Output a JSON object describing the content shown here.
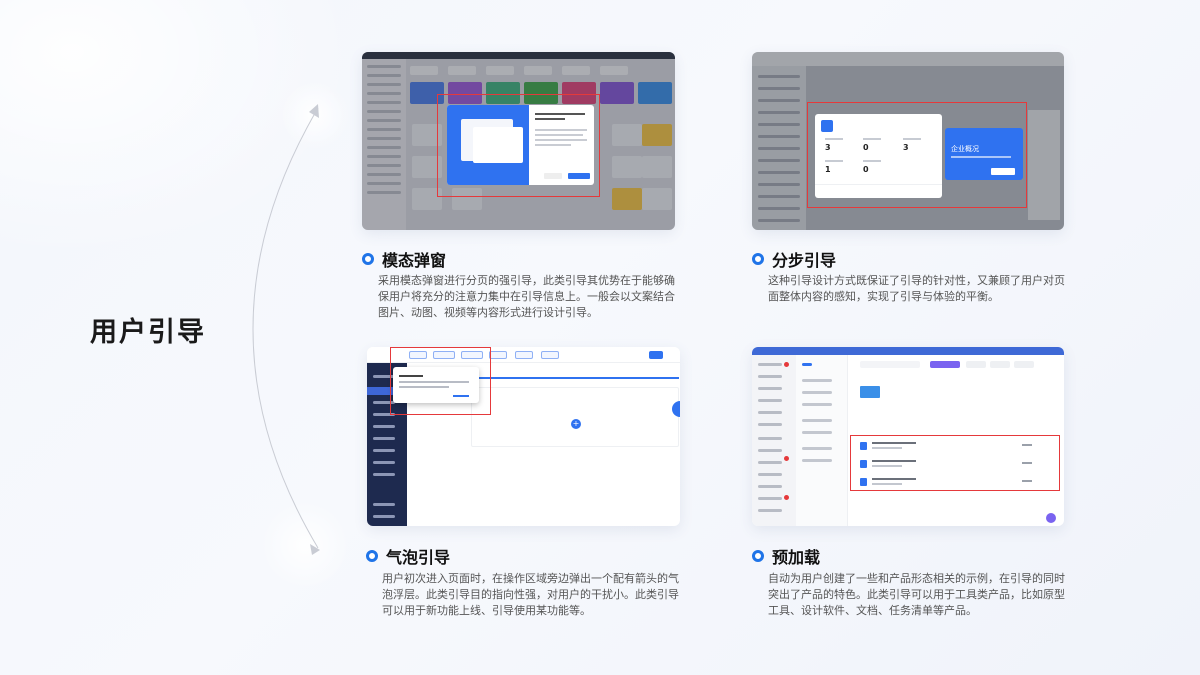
{
  "page": {
    "title": "用户引导"
  },
  "sections": [
    {
      "heading": "模态弹窗",
      "description": "采用模态弹窗进行分页的强引导，此类引导其优势在于能够确保用户将充分的注意力集中在引导信息上。一般会以文案结合图片、动图、视频等内容形式进行设计引导。"
    },
    {
      "heading": "分步引导",
      "description": "这种引导设计方式既保证了引导的针对性，又兼顾了用户对页面整体内容的感知，实现了引导与体验的平衡。"
    },
    {
      "heading": "气泡引导",
      "description": "用户初次进入页面时，在操作区域旁边弹出一个配有箭头的气泡浮层。此类引导目的指向性强，对用户的干扰小。此类引导可以用于新功能上线、引导使用某功能等。"
    },
    {
      "heading": "预加载",
      "description": "自动为用户创建了一些和产品形态相关的示例，在引导的同时突出了产品的特色。此类引导可以用于工具类产品，比如原型工具、设计软件、文档、任务清单等产品。"
    }
  ],
  "mockups": {
    "step_popup_title": "企业概况",
    "colors": {
      "accent": "#1f74e8",
      "highlight_box": "#e5393b",
      "nav_dark": "#1e2a4f"
    }
  }
}
